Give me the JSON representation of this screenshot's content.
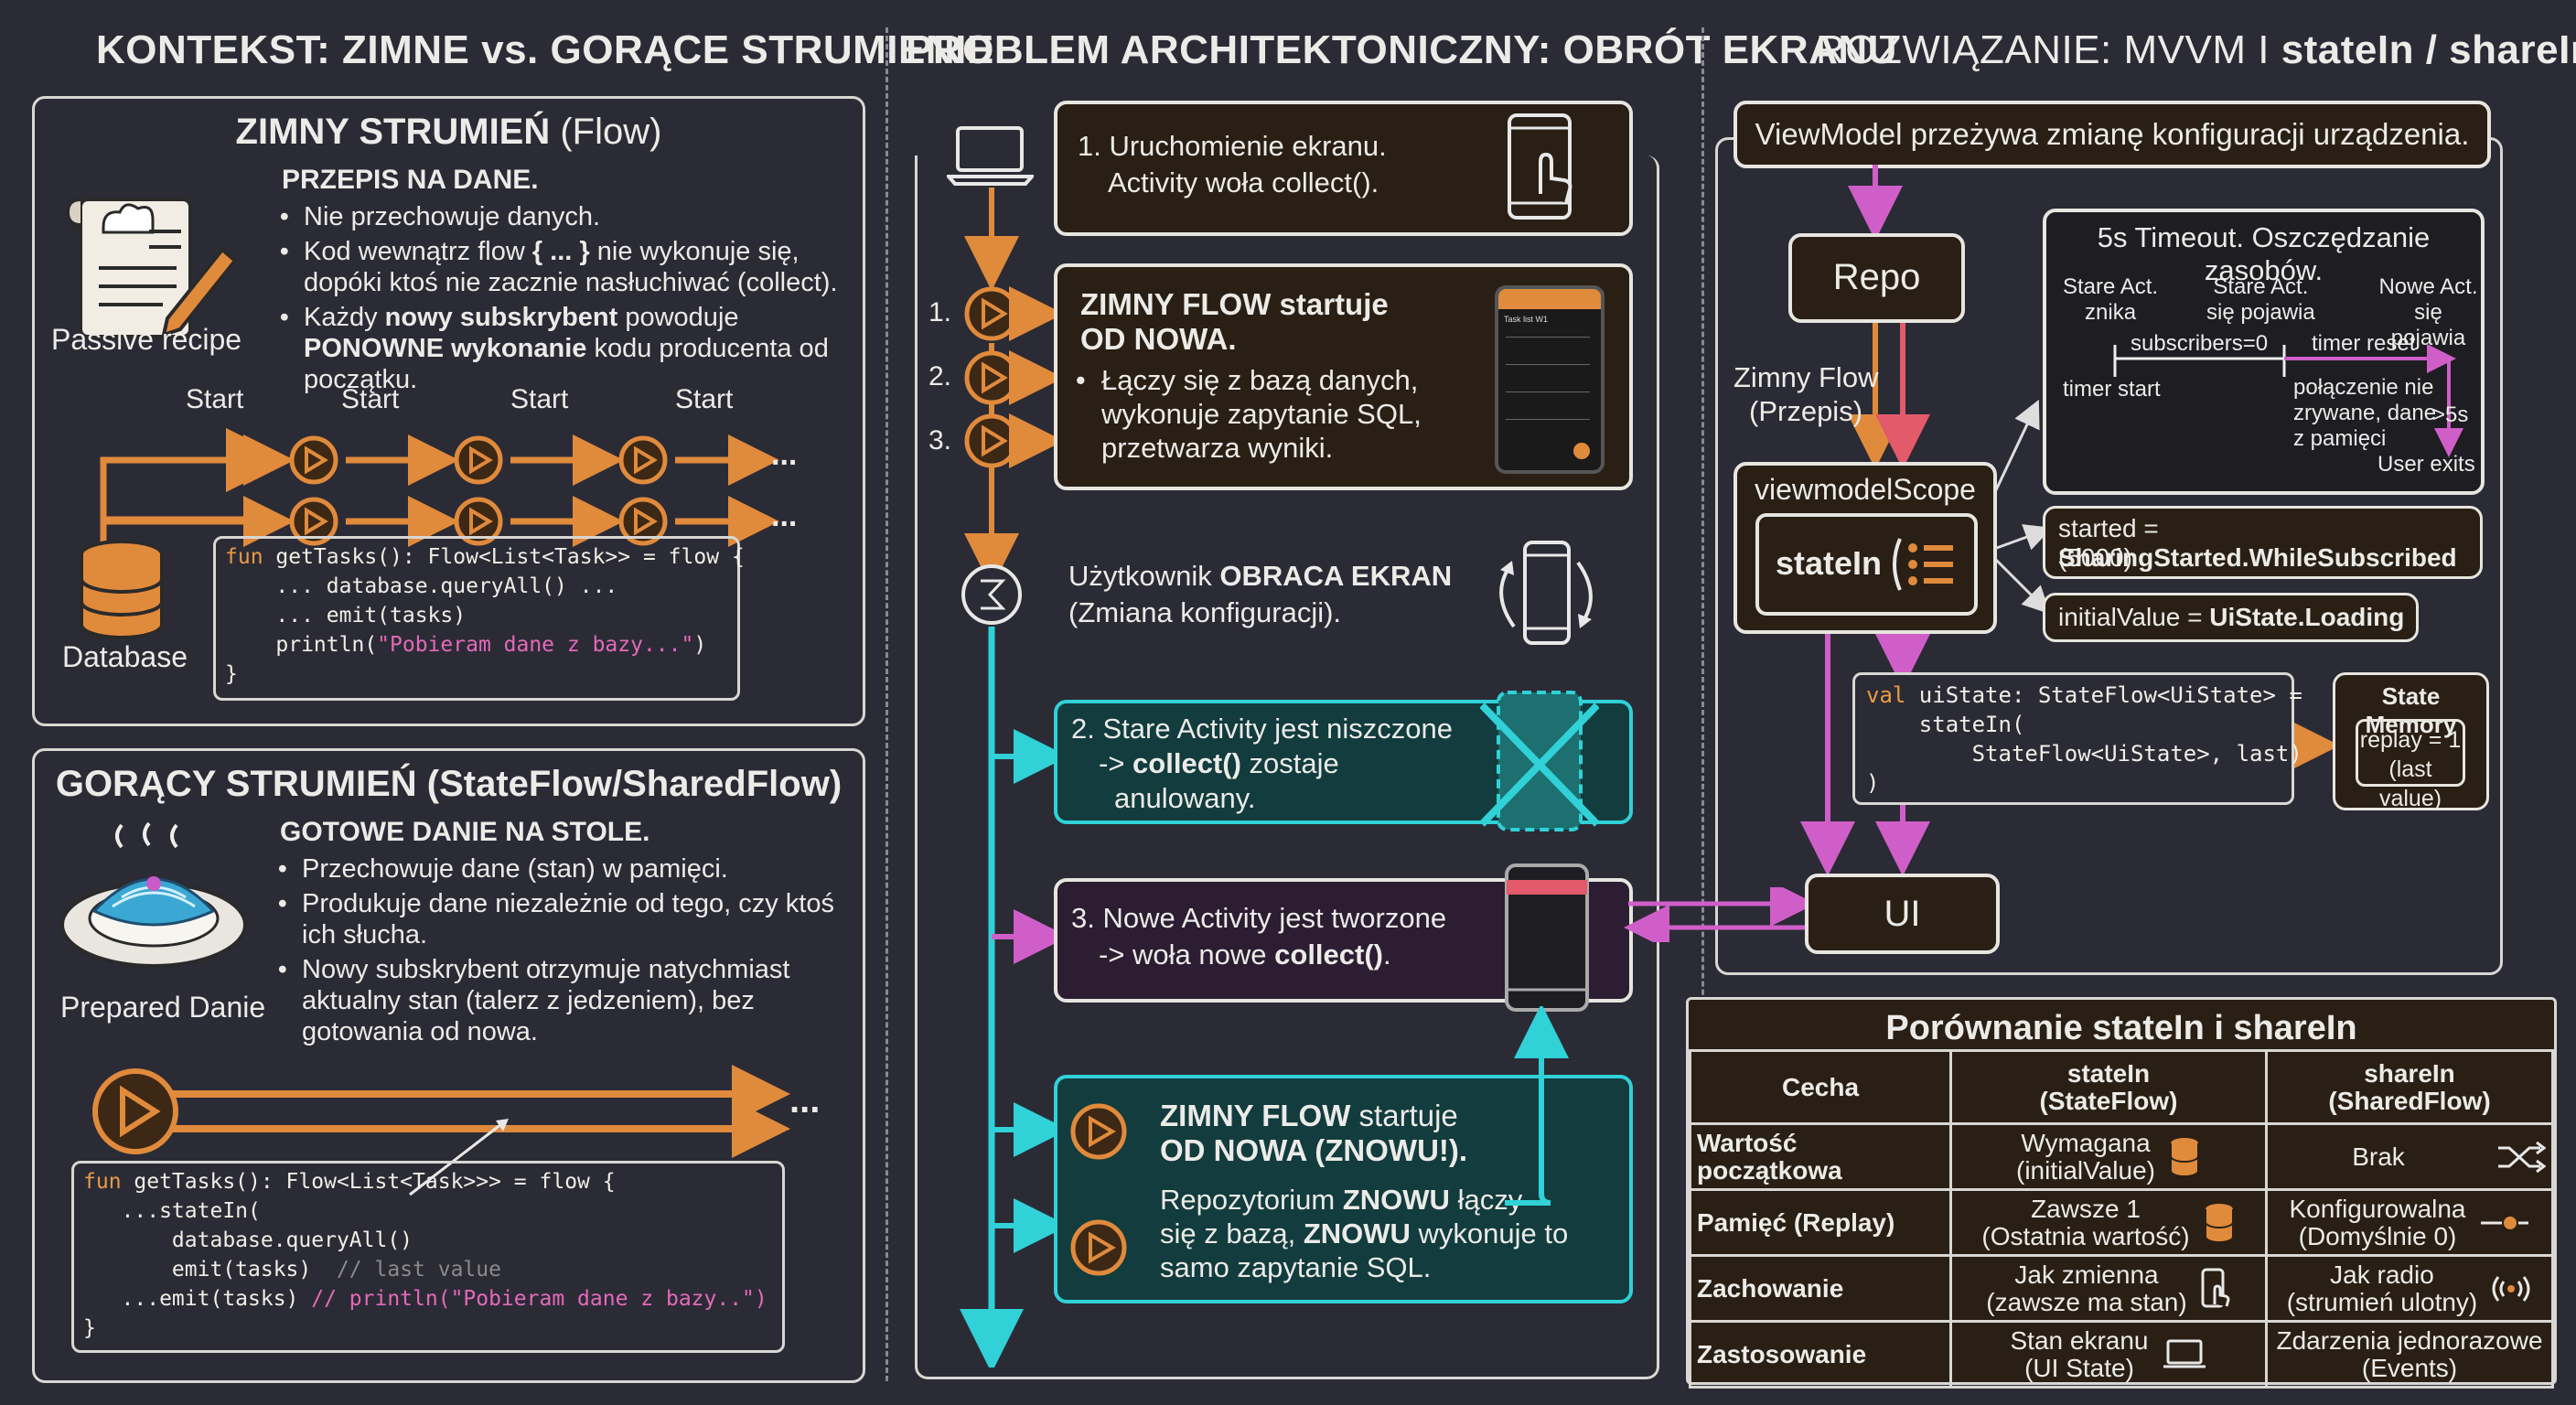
{
  "titles": {
    "context": "KONTEKST: ZIMNE vs. GORĄCE STRUMIENIE",
    "problem": "PROBLEM ARCHITEKTONICZNY: OBRÓT EKRANU",
    "solution_prefix": "ROZWIĄZANIE: MVVM I ",
    "solution_strong": "stateIn / shareIn"
  },
  "cold": {
    "title_strong": "ZIMNY STRUMIEŃ",
    "title_rest": " (Flow)",
    "subtitle": "PRZEPIS NA DANE.",
    "bullet1": "Nie przechowuje danych.",
    "bullet2_a": "Kod wewnątrz flow ",
    "bullet2_b": "{ ... }",
    "bullet2_c": " nie wykonuje się, dopóki ktoś nie zacznie nasłuchiwać (collect).",
    "bullet3_a": "Każdy ",
    "bullet3_b": "nowy subskrybent",
    "bullet3_c": " powoduje ",
    "bullet3_d": "PONOWNE wykonanie",
    "bullet3_e": " kodu producenta od początku.",
    "icon_label": "Passive recipe",
    "start": "Start",
    "dots": "...",
    "db_label": "Database",
    "code_l1_kw": "fun",
    "code_l1": " getTasks(): Flow<List<Task>> = flow {",
    "code_l2": "    ... database.queryAll() ...",
    "code_l3": "    ... emit(tasks)",
    "code_l4_a": "    println(",
    "code_l4_str": "\"Pobieram dane z bazy...\"",
    "code_l4_b": ")",
    "code_l5": "}"
  },
  "hot": {
    "title": "GORĄCY STRUMIEŃ (StateFlow/SharedFlow)",
    "subtitle": "GOTOWE DANIE NA STOLE.",
    "bullet1": "Przechowuje dane (stan) w pamięci.",
    "bullet2": "Produkuje dane niezależnie od tego, czy ktoś ich słucha.",
    "bullet3": "Nowy subskrybent otrzymuje natychmiast aktualny stan (talerz z jedzeniem), bez gotowania od nowa.",
    "icon_label": "Prepared Danie",
    "dots": "...",
    "code_l1_kw": "fun",
    "code_l1": " getTasks(): Flow<List<Task>>> = flow {",
    "code_l2": "   ...stateIn(",
    "code_l3": "       database.queryAll()",
    "code_l4": "       emit(tasks)  ",
    "code_l4_cm": "// last value",
    "code_l5_a": "   ...emit(tasks) ",
    "code_l5_str": "// println(\"Pobieram dane z bazy..\")",
    "code_l6": "}"
  },
  "problem": {
    "step1_a": "1. Uruchomienie ekranu.",
    "step1_b": "Activity woła collect().",
    "n1": "1.",
    "n2": "2.",
    "n3": "3.",
    "cold_title_a": "ZIMNY FLOW startuje",
    "cold_title_b": "OD NOWA.",
    "cold_bullet": "Łączy się z bazą danych, wykonuje zapytanie SQL, przetwarza wyniki.",
    "phone_app_title": "Task list W1",
    "rotate_a": "Użytkownik ",
    "rotate_b": "OBRACA EKRAN",
    "rotate_c": "(Zmiana konfiguracji).",
    "step2_a": "2. Stare Activity jest niszczone",
    "step2_b": "-> ",
    "step2_c": "collect()",
    "step2_d": " zostaje",
    "step2_e": "anulowany.",
    "step3_a": "3. Nowe Activity jest tworzone",
    "step3_b": "-> woła nowe ",
    "step3_c": "collect()",
    "step3_d": ".",
    "again_a": "ZIMNY FLOW",
    "again_b": " startuje",
    "again_c": "OD NOWA (ZNOWU!).",
    "again_d": "Repozytorium ",
    "again_e": "ZNOWU",
    "again_f": " łączy",
    "again_g": "się z bazą, ",
    "again_h": "ZNOWU",
    "again_i": " wykonuje to",
    "again_j": "samo zapytanie SQL."
  },
  "solution": {
    "vm_banner": "ViewModel przeżywa zmianę konfiguracji urządzenia.",
    "repo": "Repo",
    "cold_flow_a": "Zimny Flow",
    "cold_flow_b": "(Przepis)",
    "scope_label": "viewmodelScope",
    "statein": "stateIn",
    "timeout_title": "5s Timeout. Oszczędzanie zasobów.",
    "old_act_a": "Stare Act.",
    "old_act_b": "znika",
    "old_act2_a": "Stare Act.",
    "old_act2_b": "się pojawia",
    "new_act_a": "Nowe Act.",
    "new_act_b": "się pojawia",
    "subs": "subscribers=0",
    "timer_reset": "timer reset",
    "timer_start": "timer start",
    "conn_a": "połączenie nie",
    "conn_b": "zrywane, dane",
    "conn_c": "z pamięci",
    "gt5": ">5s",
    "user_exits": "User exits",
    "started_a": "started = ",
    "started_b": "SharingStarted.WhileSubscribed",
    "started_c": "(5000)",
    "initial_a": "initialValue = ",
    "initial_b": "UiState.Loading",
    "code_l1_kw": "val",
    "code_l1": " uiState: StateFlow<UiState> =",
    "code_l2": "    stateIn(",
    "code_l3": "        StateFlow<UiState>, last)",
    "code_l4": ")",
    "mem_title": "State Memory",
    "mem_a": "replay = 1",
    "mem_b": "(last value)",
    "ui": "UI"
  },
  "comparison": {
    "title": "Porównanie stateIn i shareIn",
    "headers": [
      "Cecha",
      "stateIn\n(StateFlow)",
      "shareIn\n(SharedFlow)"
    ],
    "rows": [
      {
        "label": "Wartość początkowa",
        "statein_a": "Wymagana",
        "statein_b": "(initialValue)",
        "sharein_a": "Brak",
        "sharein_b": ""
      },
      {
        "label": "Pamięć (Replay)",
        "statein_a": "Zawsze 1",
        "statein_b": "(Ostatnia wartość)",
        "sharein_a": "Konfigurowalna",
        "sharein_b": "(Domyślnie 0)"
      },
      {
        "label": "Zachowanie",
        "statein_a": "Jak zmienna",
        "statein_b": "(zawsze ma stan)",
        "sharein_a": "Jak radio",
        "sharein_b": "(strumień ulotny)"
      },
      {
        "label": "Zastosowanie",
        "statein_a": "Stan ekranu",
        "statein_b": "(UI State)",
        "sharein_a": "Zdarzenia jednorazowe",
        "sharein_b": "(Events)"
      }
    ]
  },
  "colors": {
    "orange": "#e08a3c",
    "teal": "#30d1d7",
    "pink": "#d05ec8",
    "red": "#e35a6a"
  }
}
